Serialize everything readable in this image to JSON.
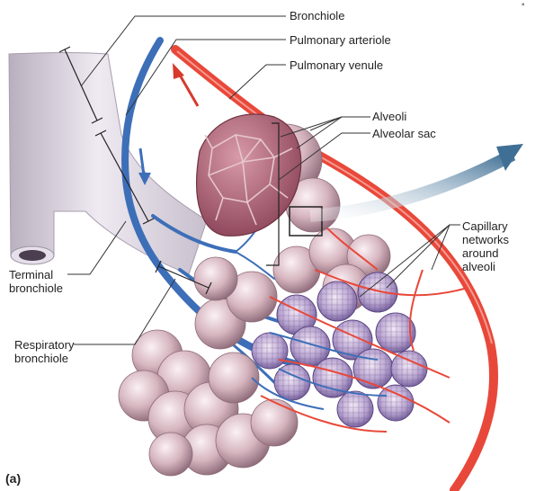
{
  "figure": {
    "panel_label": "(a)",
    "labels": {
      "bronchiole": "Bronchiole",
      "pulmonary_arteriole": "Pulmonary arteriole",
      "pulmonary_venule": "Pulmonary venule",
      "alveoli": "Alveoli",
      "alveolar_sac": "Alveolar sac",
      "capillary_networks": "Capillary networks around alveoli",
      "terminal_bronchiole": "Terminal bronchiole",
      "respiratory_bronchiole": "Respiratory bronchiole"
    }
  },
  "colors": {
    "artery_blue": "#3d6fb8",
    "vein_red": "#e8483a",
    "alveolus_pink": "#d8b6bf",
    "airway_gray": "#dcd6e0",
    "sac_maroon": "#a45868",
    "arrow_steel": "#3f6f95"
  }
}
